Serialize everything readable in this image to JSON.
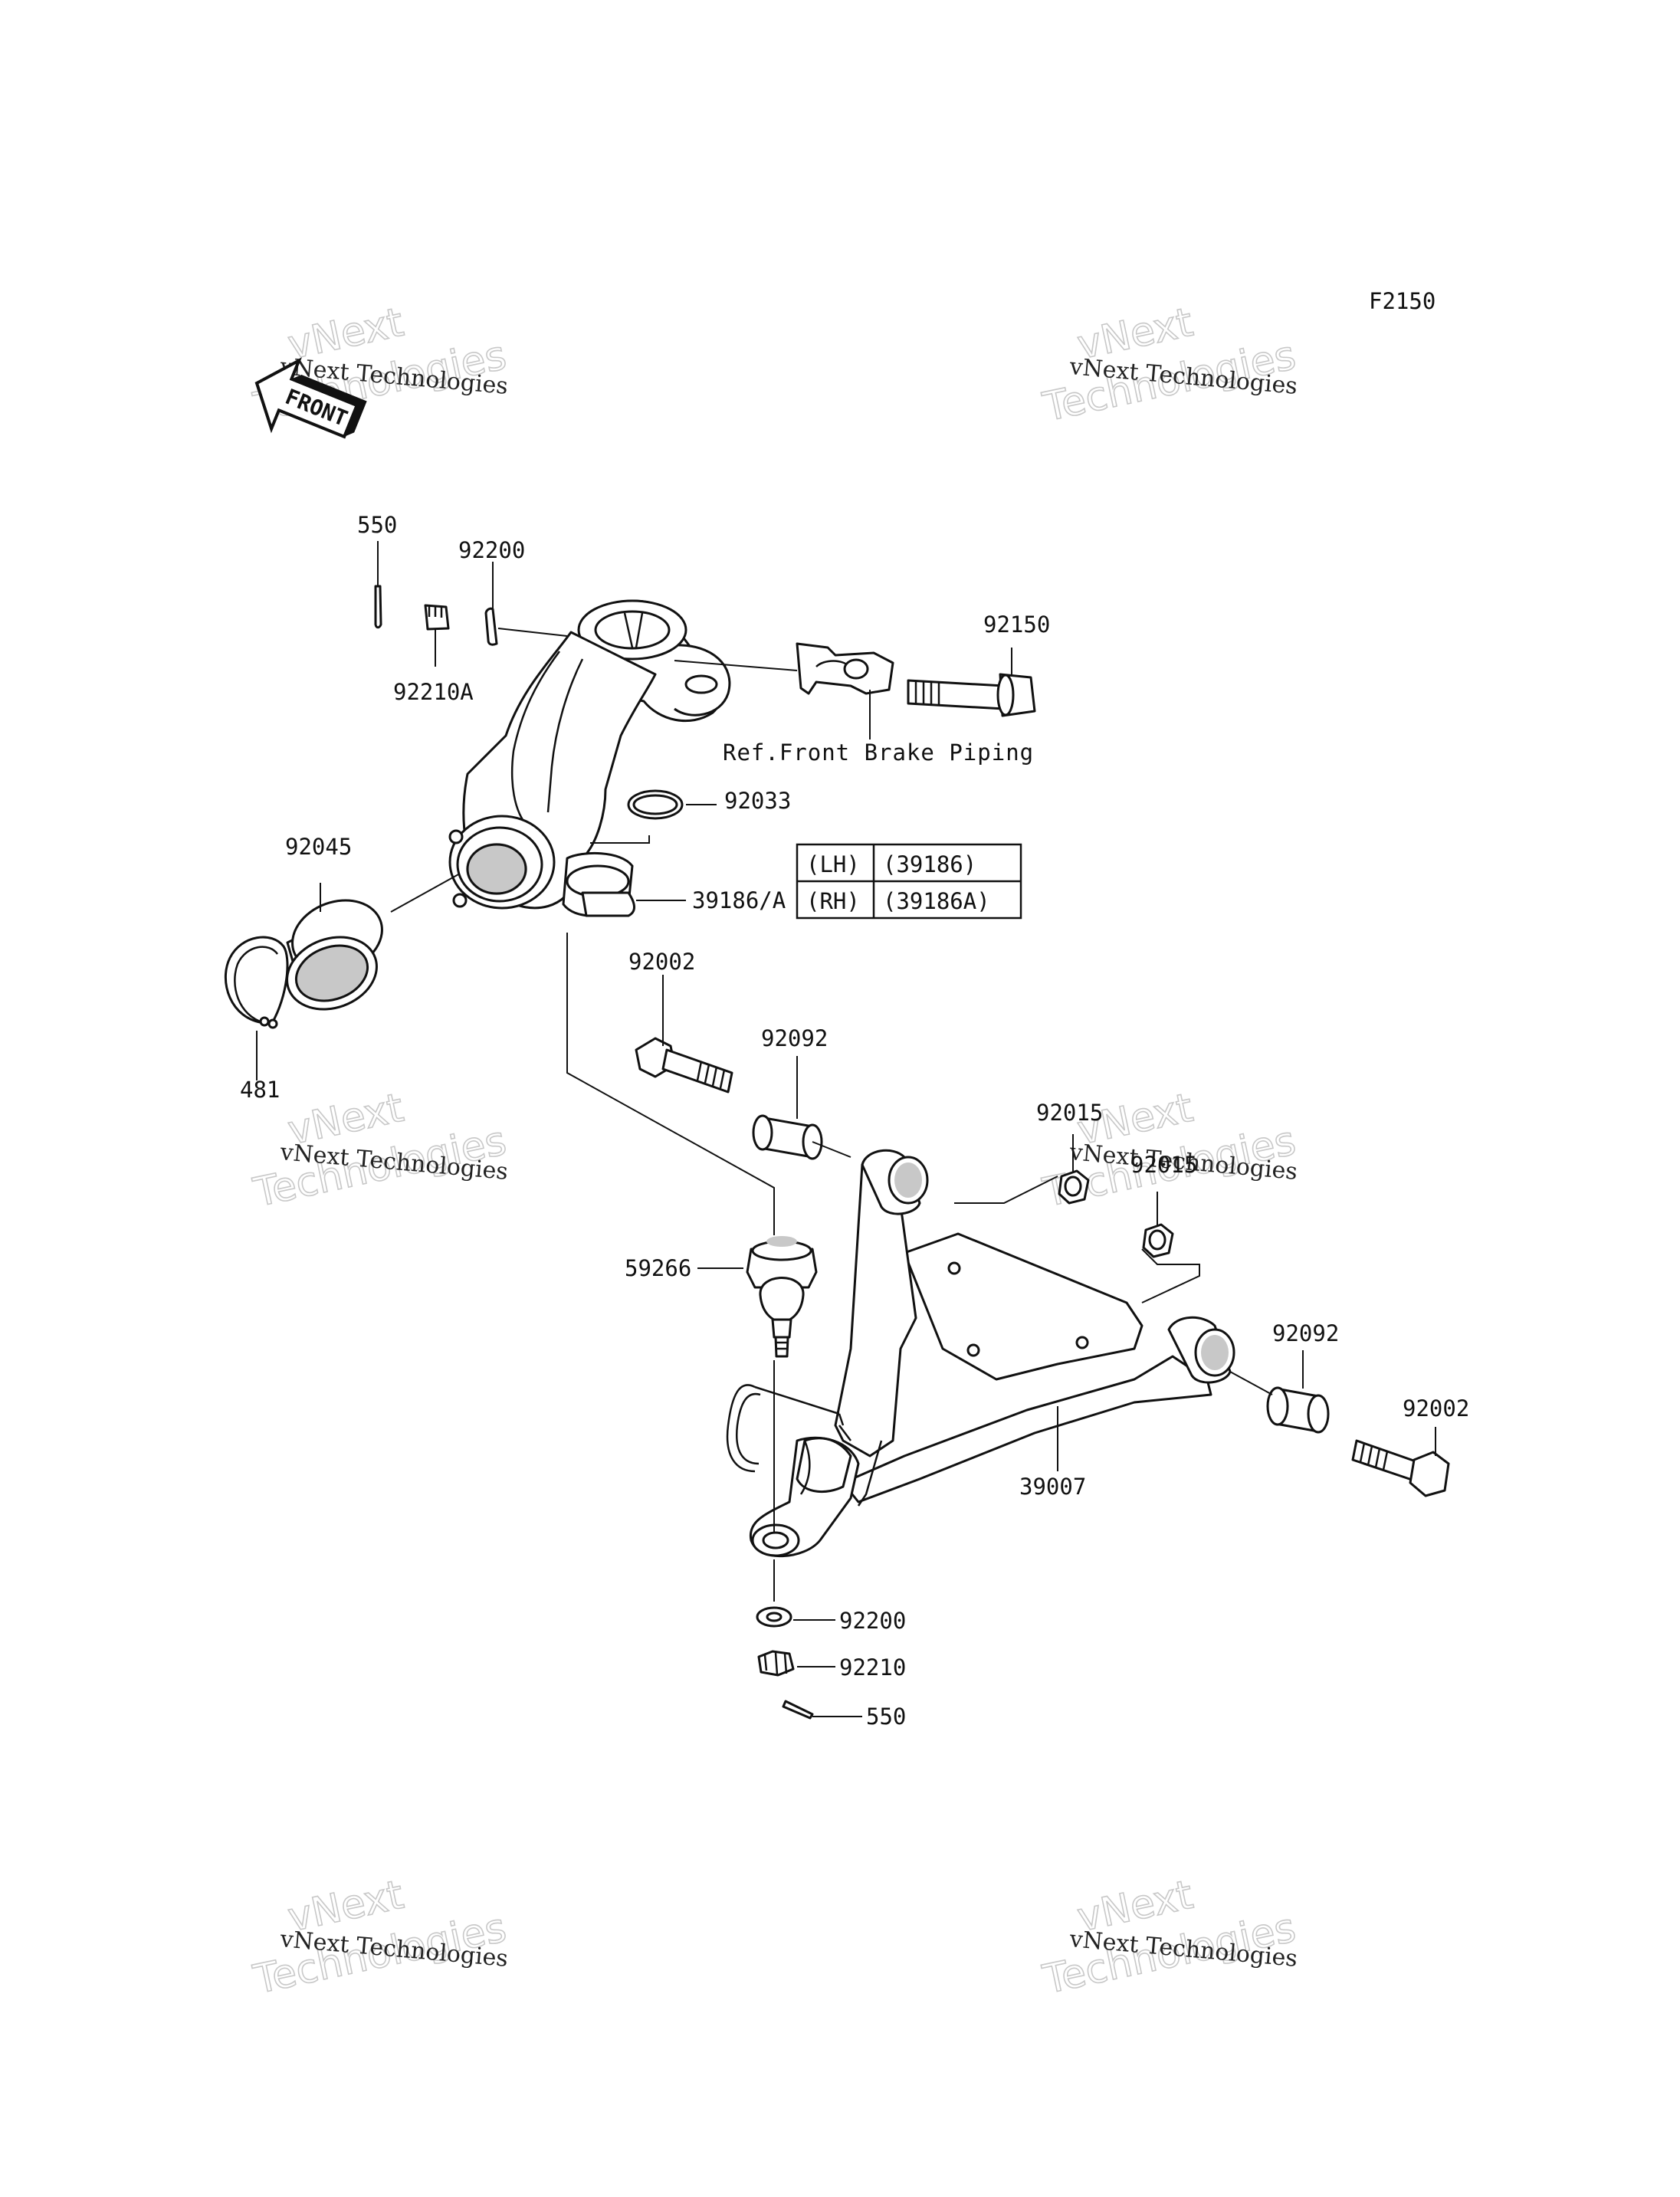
{
  "figure_code": "F2150",
  "front_label": "FRONT",
  "watermark": {
    "line1": "vNext Technologies",
    "line2a": "vNext",
    "line2b": "Technologies"
  },
  "reference_note": "Ref.Front Brake Piping",
  "side_table": {
    "rows": [
      {
        "side": "(LH)",
        "part": "(39186)"
      },
      {
        "side": "(RH)",
        "part": "(39186A)"
      }
    ]
  },
  "callouts": {
    "p550_top": "550",
    "p92200_top": "92200",
    "p92210A": "92210A",
    "p92150": "92150",
    "p92033": "92033",
    "p92045": "92045",
    "p39186A": "39186/A",
    "p481": "481",
    "p92002_left": "92002",
    "p92092_left": "92092",
    "p92015_a": "92015",
    "p92015_b": "92015",
    "p59266": "59266",
    "p92092_right": "92092",
    "p92002_right": "92002",
    "p39007": "39007",
    "p92200_bottom": "92200",
    "p92210": "92210",
    "p550_bottom": "550"
  }
}
